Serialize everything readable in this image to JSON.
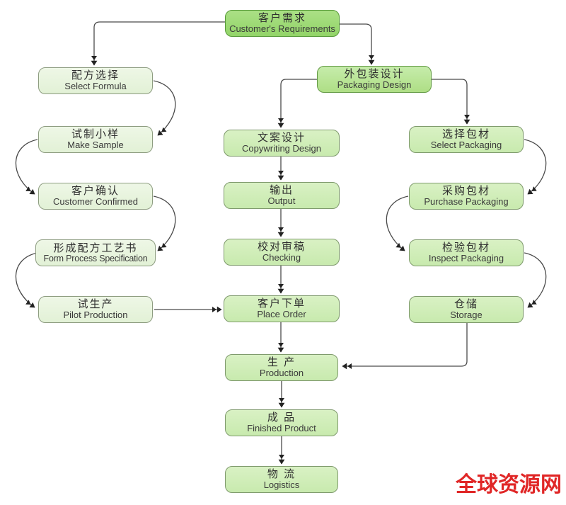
{
  "diagram": {
    "type": "flowchart",
    "description": "Production workflow from customer requirements to logistics",
    "colors": {
      "node_primary_fill": "#92d468",
      "node_secondary_fill": "#aede85",
      "node_mid_fill": "#c8eaae",
      "node_light_fill": "#e2f1d6",
      "connector": "#3a3a3a",
      "watermark_red": "#e02626"
    }
  },
  "nodes": {
    "customer_requirements": {
      "zh": "客户需求",
      "en": "Customer's Requirements"
    },
    "select_formula": {
      "zh": "配方选择",
      "en": "Select Formula"
    },
    "make_sample": {
      "zh": "试制小样",
      "en": "Make Sample"
    },
    "customer_confirmed": {
      "zh": "客户确认",
      "en": "Customer Confirmed"
    },
    "form_process_specification": {
      "zh": "形成配方工艺书",
      "en": "Form Process Specification"
    },
    "pilot_production": {
      "zh": "试生产",
      "en": "Pilot Production"
    },
    "packaging_design": {
      "zh": "外包装设计",
      "en": "Packaging Design"
    },
    "copywriting_design": {
      "zh": "文案设计",
      "en": "Copywriting Design"
    },
    "output": {
      "zh": "输出",
      "en": "Output"
    },
    "checking": {
      "zh": "校对审稿",
      "en": "Checking"
    },
    "place_order": {
      "zh": "客户下单",
      "en": "Place Order"
    },
    "production": {
      "zh": "生  产",
      "en": "Production"
    },
    "finished_product": {
      "zh": "成  品",
      "en": "Finished Product"
    },
    "logistics": {
      "zh": "物  流",
      "en": "Logistics"
    },
    "select_packaging": {
      "zh": "选择包材",
      "en": "Select Packaging"
    },
    "purchase_packaging": {
      "zh": "采购包材",
      "en": "Purchase Packaging"
    },
    "inspect_packaging": {
      "zh": "检验包材",
      "en": "Inspect Packaging"
    },
    "storage": {
      "zh": "仓储",
      "en": "Storage"
    }
  },
  "watermark": {
    "text": "全球资源网"
  }
}
